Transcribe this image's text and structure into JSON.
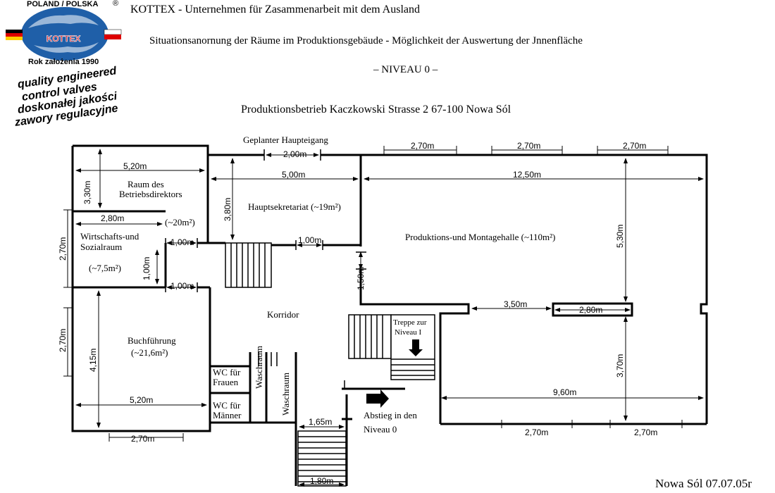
{
  "header": {
    "company": "KOTTEX  - Unternehmen für Zasammenarbeit mit dem Ausland",
    "title": "Situationsanornung der Räume im Produktionsgebäude - Möglichkeit der Auswertung der Jnnenfläche",
    "level": "– NIVEAU 0 –",
    "address": "Produktionsbetrieb Kaczkowski  Strasse 2   67-100 Nowa Sól"
  },
  "logo": {
    "top_text": "POLAND / POLSKA",
    "registered": "®",
    "brand": "KOTTEX",
    "founded": "Rok założenia 1990",
    "slogan": [
      "quality engineered",
      "control valves",
      "doskonałej jakości",
      "zawory regulacyjne"
    ],
    "colors": {
      "globe": "#1f5fa8",
      "brand_red": "#d0202a",
      "flag_black": "#000000",
      "flag_red": "#dd0000",
      "flag_gold": "#ffce00"
    }
  },
  "rooms": {
    "director": [
      "Raum des",
      "Betriebsdirektors"
    ],
    "director_area": "(~20m²)",
    "secretariat": "Hauptsekretariat (~19m²)",
    "hall": "Produktions-und Montagehalle (~110m²)",
    "social": [
      "Wirtschafts-und",
      "Sozialraum"
    ],
    "social_area": "(~7,5m²)",
    "corridor": "Korridor",
    "accounting": "Buchführung",
    "accounting_area": "(~21,6m²)",
    "wc_women": [
      "WC für",
      "Frauen"
    ],
    "wc_men": [
      "WC für",
      "Männer"
    ],
    "washroom": "Waschraum",
    "stairs_up": [
      "Treppe zur",
      "Niveau I"
    ],
    "descent": [
      "Abstieg in den",
      "Niveau 0"
    ],
    "entrance": "Geplanter Haupteigang"
  },
  "dimensions": {
    "d520": "5,20m",
    "d330": "3,30m",
    "d200": "2,00m",
    "d500": "5,00m",
    "d1250": "12,50m",
    "d270": "2,70m",
    "d380": "3,80m",
    "d280": "2,80m",
    "d100": "1,00m",
    "d150": "1,50m",
    "d530": "5,30m",
    "d350": "3,50m",
    "d415": "4,15m",
    "d370": "3,70m",
    "d960": "9,60m",
    "d165": "1,65m",
    "d180": "1,80m"
  },
  "footer": {
    "date": "Nowa Sól 07.07.05r"
  }
}
